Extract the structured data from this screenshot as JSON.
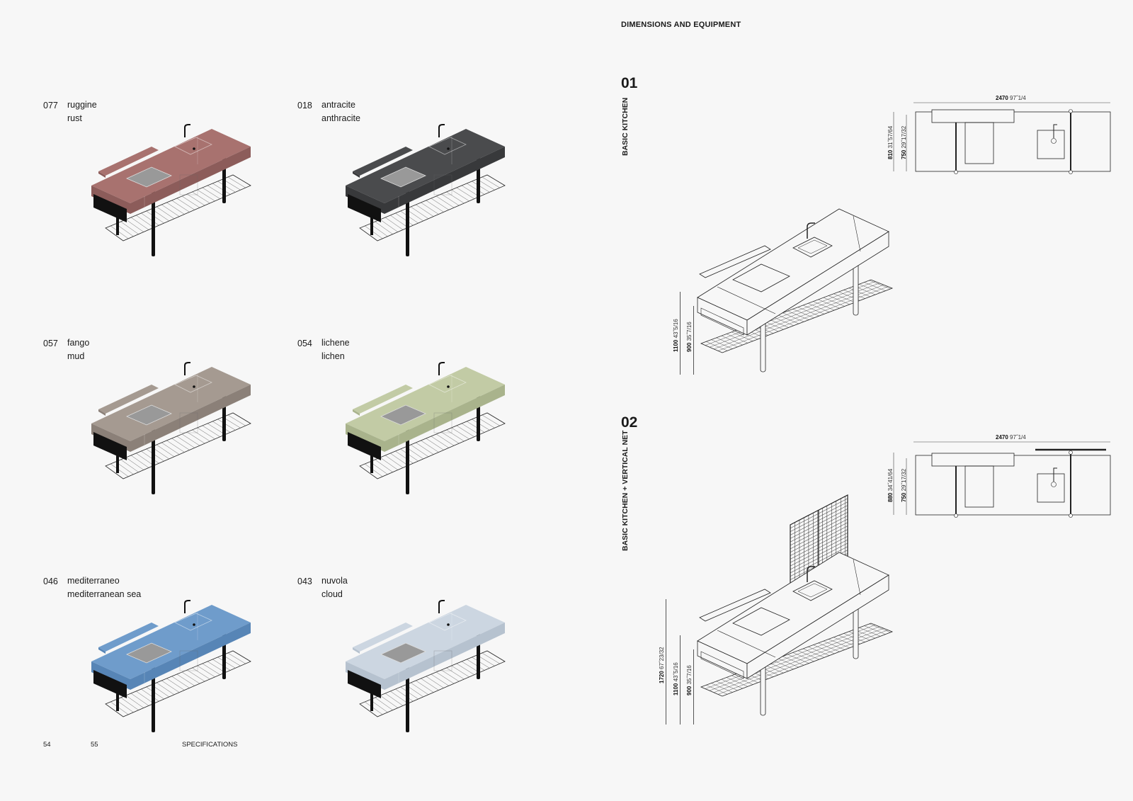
{
  "swatches": [
    {
      "code": "077",
      "name_it": "ruggine",
      "name_en": "rust",
      "top": "#a8726f",
      "side": "#8c5c5a",
      "frame": "#1a1a1a"
    },
    {
      "code": "018",
      "name_it": "antracite",
      "name_en": "anthracite",
      "top": "#4a4b4d",
      "side": "#38393b",
      "frame": "#1a1a1a"
    },
    {
      "code": "057",
      "name_it": "fango",
      "name_en": "mud",
      "top": "#a59a91",
      "side": "#8b8078",
      "frame": "#1a1a1a"
    },
    {
      "code": "054",
      "name_it": "lichene",
      "name_en": "lichen",
      "top": "#c2cba5",
      "side": "#a9b38c",
      "frame": "#1a1a1a"
    },
    {
      "code": "046",
      "name_it": "mediterraneo",
      "name_en": "mediterranean sea",
      "top": "#6f9ccb",
      "side": "#5785b6",
      "frame": "#1a1a1a"
    },
    {
      "code": "043",
      "name_it": "nuvola",
      "name_en": "cloud",
      "top": "#ccd6e1",
      "side": "#b6c2cf",
      "frame": "#1a1a1a"
    }
  ],
  "footer": {
    "page_left": "54",
    "page_right": "55",
    "section": "SPECIFICATIONS"
  },
  "header": {
    "title": "DIMENSIONS AND EQUIPMENT"
  },
  "configs": [
    {
      "number": "01",
      "title": "BASIC KITCHEN",
      "plan_width_mm": "2470",
      "plan_width_in": "97˝1/4",
      "plan_h1_mm": "810",
      "plan_h1_in": "31˝57/64",
      "plan_h2_mm": "750",
      "plan_h2_in": "29˝17/32",
      "iso_h1_mm": "1100",
      "iso_h1_in": "43˝5/16",
      "iso_h2_mm": "900",
      "iso_h2_in": "35˝7/16"
    },
    {
      "number": "02",
      "title": "BASIC KITCHEN + VERTICAL NET",
      "plan_width_mm": "2470",
      "plan_width_in": "97˝1/4",
      "plan_h1_mm": "880",
      "plan_h1_in": "34˝41/64",
      "plan_h2_mm": "750",
      "plan_h2_in": "29˝17/32",
      "iso_h0_mm": "1720",
      "iso_h0_in": "67˝23/32",
      "iso_h1_mm": "1100",
      "iso_h1_in": "43˝5/16",
      "iso_h2_mm": "900",
      "iso_h2_in": "35˝7/16"
    }
  ]
}
